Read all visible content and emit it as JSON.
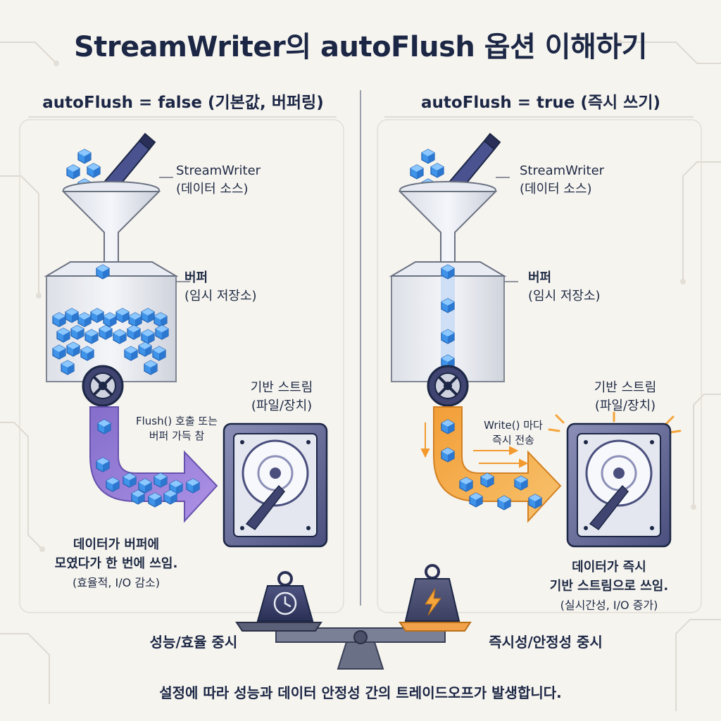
{
  "title": "StreamWriter의 autoFlush 옵션 이해하기",
  "left": {
    "heading": "autoFlush = false (기본값, 버퍼링)",
    "source_name": "StreamWriter",
    "source_desc": "(데이터 소스)",
    "buffer_name": "버퍼",
    "buffer_desc": "(임시 저장소)",
    "stream_name": "기반 스트림",
    "stream_desc": "(파일/장치)",
    "flow_note_1": "Flush() 호출 또는",
    "flow_note_2": "버퍼 가득 참",
    "caption_1": "데이터가 버퍼에",
    "caption_2": "모였다가 한 번에 쓰임.",
    "caption_3": "(효율적, I/O 감소)"
  },
  "right": {
    "heading": "autoFlush = true (즉시 쓰기)",
    "source_name": "StreamWriter",
    "source_desc": "(데이터 소스)",
    "buffer_name": "버퍼",
    "buffer_desc": "(임시 저장소)",
    "stream_name": "기반 스트림",
    "stream_desc": "(파일/장치)",
    "flow_note_1": "Write() 마다",
    "flow_note_2": "즉시 전송",
    "caption_1": "데이터가 즉시",
    "caption_2": "기반 스트림으로 쓰임.",
    "caption_3": "(실시간성, I/O 증가)"
  },
  "scale": {
    "left_label": "성능/효율 중시",
    "right_label": "즉시성/안정성 중시",
    "left_icon": "clock-icon",
    "right_icon": "lightning-icon"
  },
  "footer": "설정에 따라 성능과 데이터 안정성 간의 트레이드오프가 발생합니다.",
  "colors": {
    "navy": "#1c2745",
    "cube_blue": "#4aa3f0",
    "purple_flow": "#8a6fd6",
    "orange_flow": "#f5a53a",
    "bg": "#f6f4ef"
  }
}
